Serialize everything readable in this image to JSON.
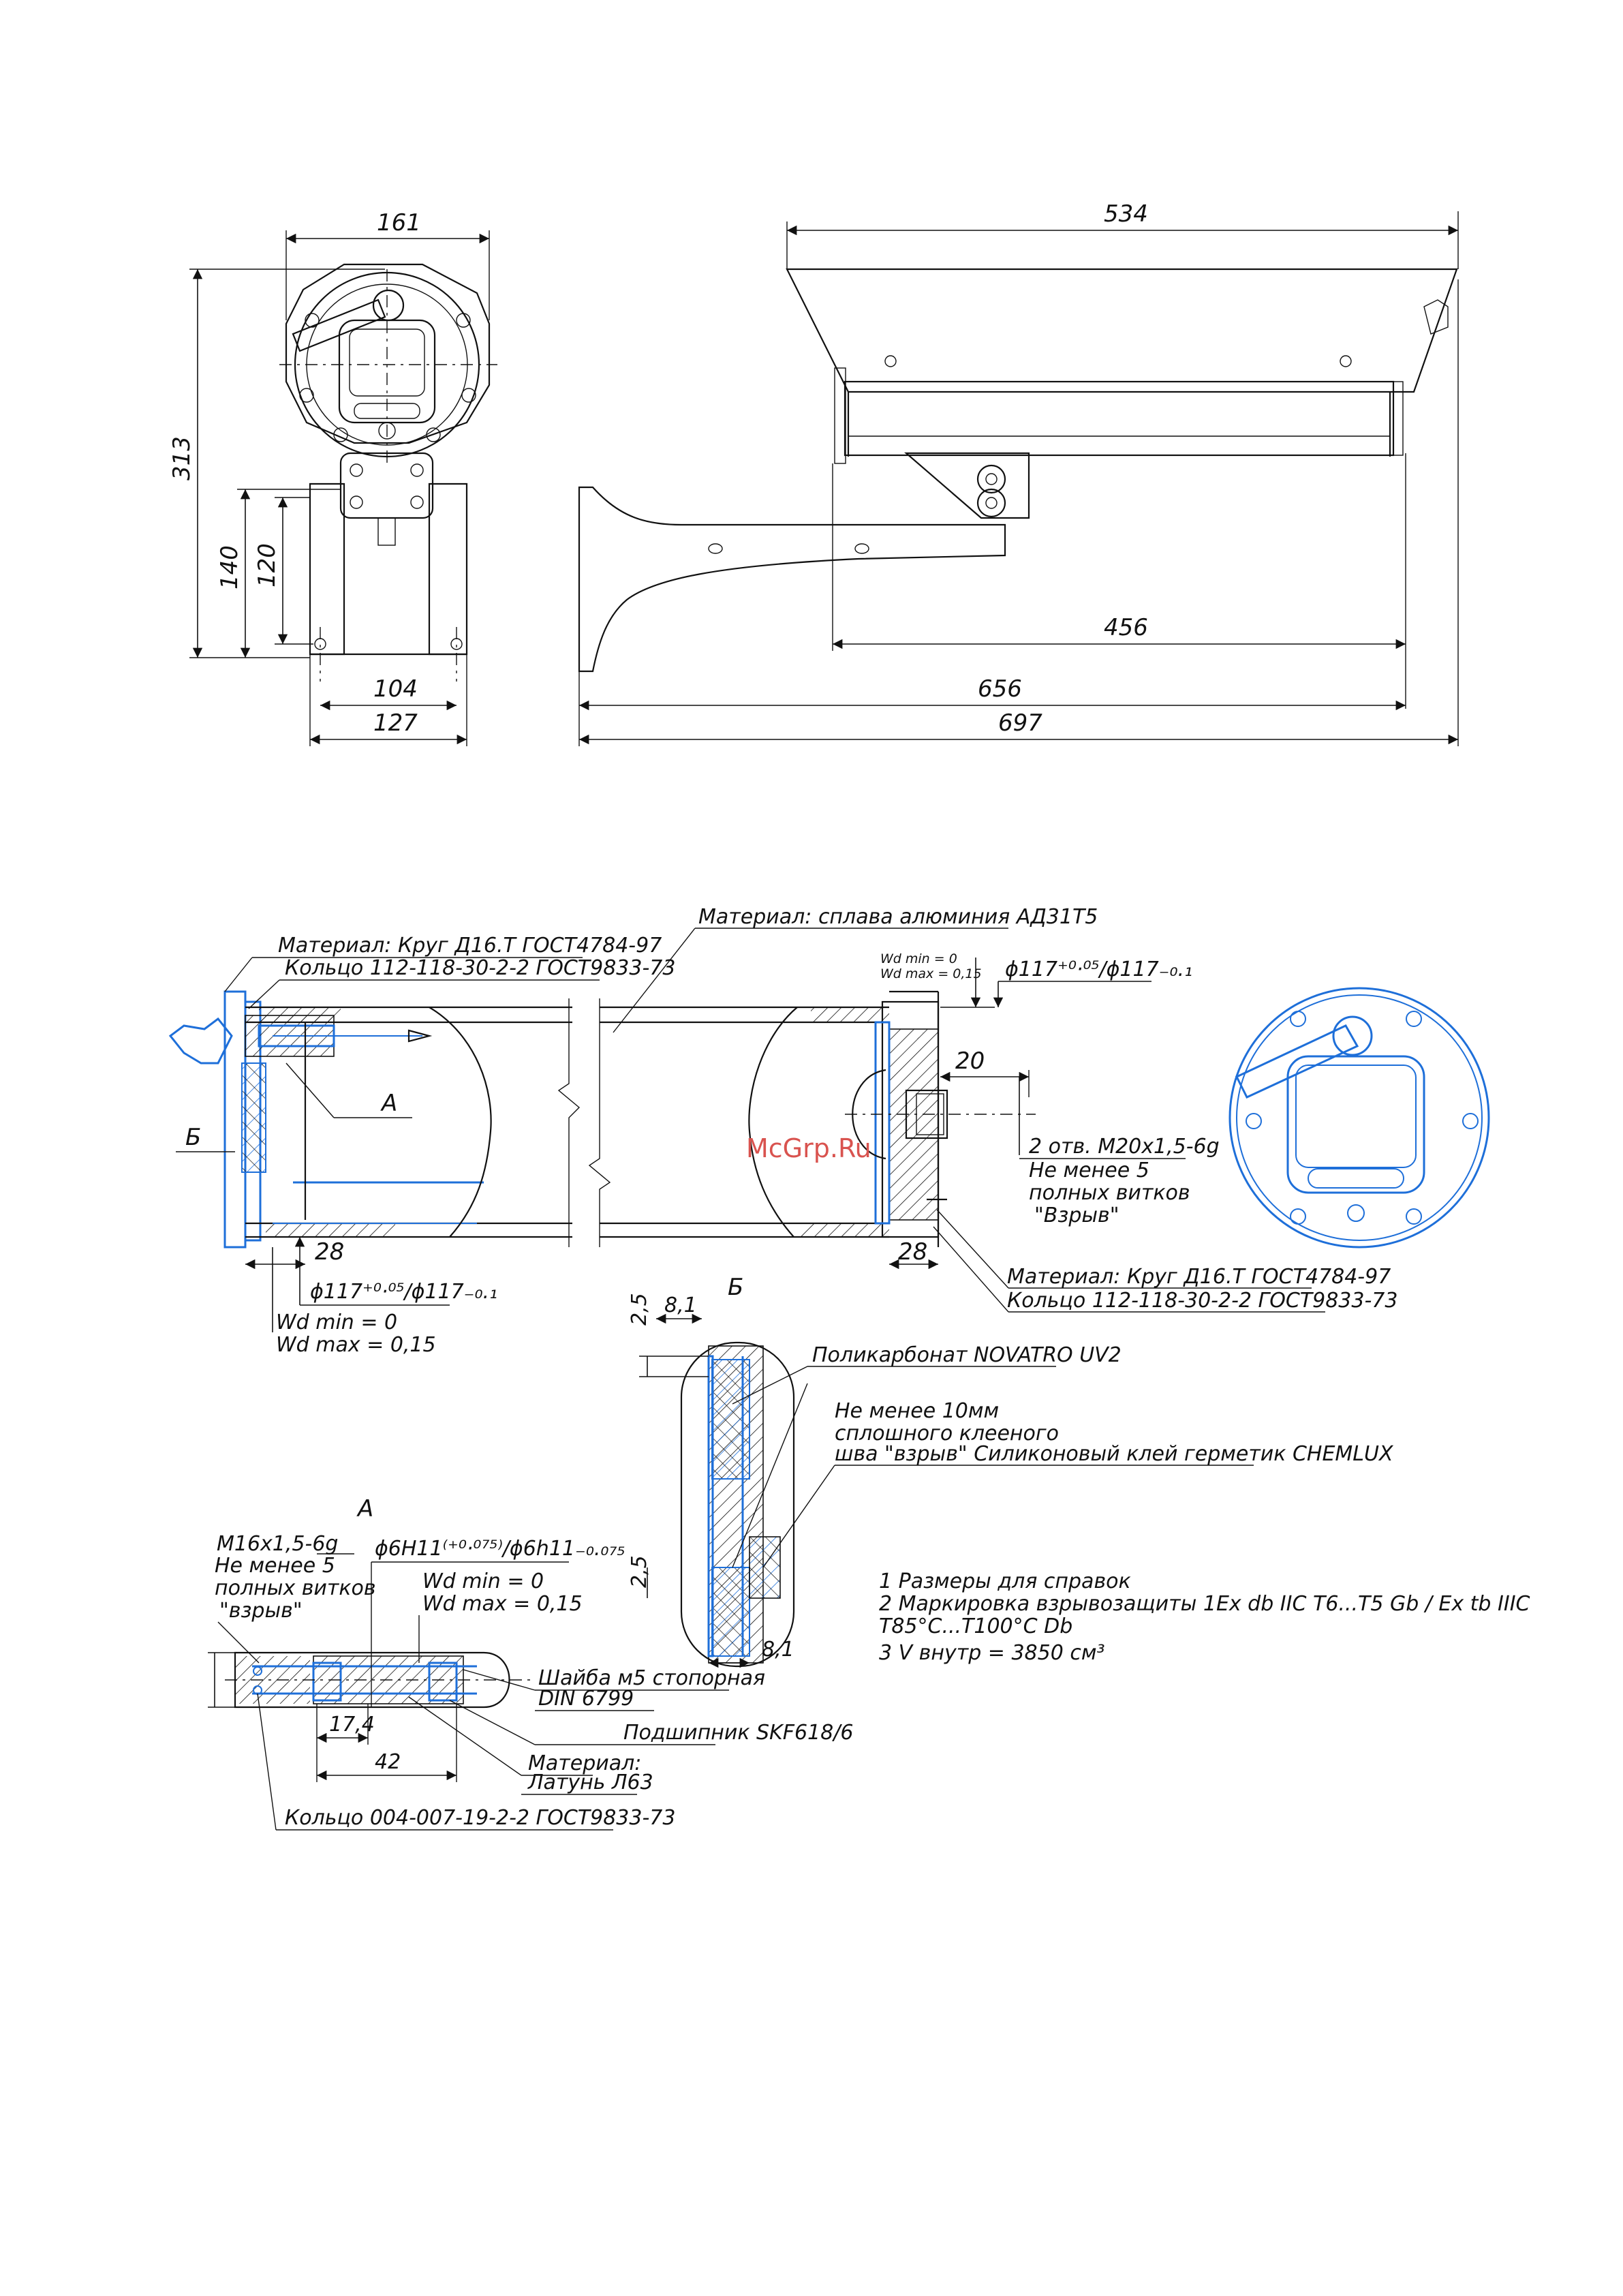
{
  "watermark": "McGrp.Ru",
  "front_view": {
    "width_161": "161",
    "height_313": "313",
    "h_140": "140",
    "h_120": "120",
    "w_104": "104",
    "w_127": "127"
  },
  "side_view": {
    "len_534": "534",
    "len_456": "456",
    "len_656": "656",
    "len_697": "697"
  },
  "section": {
    "material_left": "Материал: Круг Д16.Т ГОСТ4784-97",
    "ring_left": "Кольцо 112-118-30-2-2 ГОСТ9833-73",
    "material_body": "Материал: сплава алюминия АД31Т5",
    "wd_min_top": "Wd min = 0",
    "wd_max_top": "Wd max = 0,15",
    "fit_top": "ϕ117⁺⁰·⁰⁵/ϕ117₋₀.₁",
    "dim_20": "20",
    "holes": "2 отв. М20х1,5-6g",
    "min5_a": "Не менее 5",
    "min5_b": "полных витков",
    "min5_c": "\"Взрыв\"",
    "label_A": "А",
    "label_B": "Б",
    "dim_28_left": "28",
    "dim_28_right": "28",
    "fit_bottom": "ϕ117⁺⁰·⁰⁵/ϕ117₋₀.₁",
    "wd_min_bottom": "Wd min = 0",
    "wd_max_bottom": "Wd max = 0,15",
    "material_right": "Материал: Круг Д16.Т ГОСТ4784-97",
    "ring_right": "Кольцо 112-118-30-2-2 ГОСТ9833-73"
  },
  "detail_B": {
    "title": "Б",
    "d25_top": "2,5",
    "d81_top": "8,1",
    "d25_bottom": "2,5",
    "d81_bottom": "8,1",
    "polycarb": "Поликарбонат NOVATRO UV2",
    "seam_1": "Не менее 10мм",
    "seam_2": "сплошного клееного",
    "seam_3": "шва \"взрыв\" Силиконовый клей герметик CHEMLUX"
  },
  "detail_A": {
    "title": "А",
    "thread": "М16х1,5-6g",
    "min5_a": "Не менее 5",
    "min5_b": "полных витков",
    "min5_c": "\"взрыв\"",
    "fit": "ϕ6H11⁽⁺⁰·⁰⁷⁵⁾/ϕ6h11₋₀.₀₇₅",
    "wd_min": "Wd min = 0",
    "wd_max": "Wd max = 0,15",
    "washer": "Шайба м5 стопорная",
    "din": "DIN 6799",
    "bearing": "Подшипник SKF618/6",
    "mat_label": "Материал:",
    "mat_value": "Латунь Л63",
    "ring": "Кольцо 004-007-19-2-2 ГОСТ9833-73",
    "dim_174": "17,4",
    "dim_42": "42"
  },
  "notes": {
    "n1": "1 Размеры для справок",
    "n2": "2 Маркировка взрывозащиты 1Ex db IIC T6...T5 Gb / Ex tb IIIC",
    "n2b": "T85°C...T100°C Db",
    "n3": "3 V внутр = 3850 см³"
  }
}
